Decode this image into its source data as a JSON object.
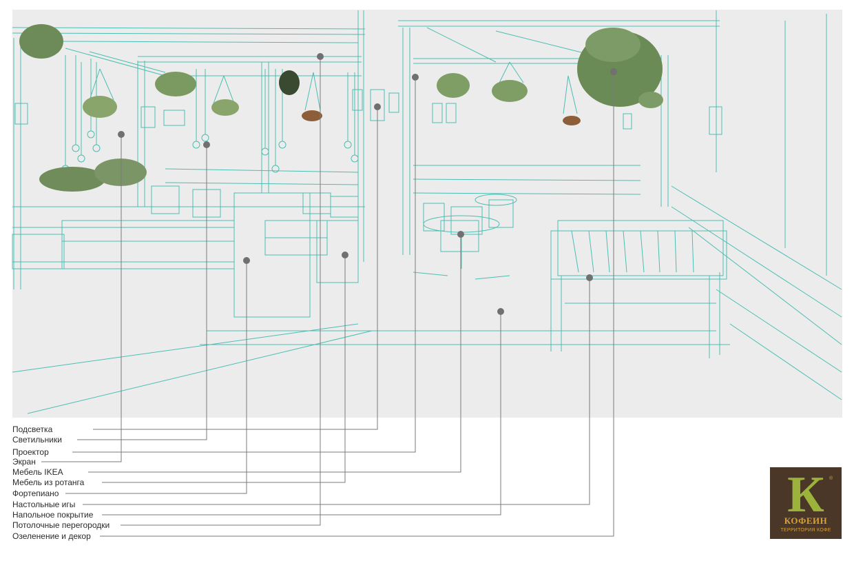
{
  "legend": {
    "items": [
      {
        "id": "backlight",
        "label": "Подсветка"
      },
      {
        "id": "luminaires",
        "label": "Светильники"
      },
      {
        "id": "projector",
        "label": "Проектор"
      },
      {
        "id": "screen",
        "label": "Экран"
      },
      {
        "id": "ikea-furniture",
        "label": "Мебель IKEA"
      },
      {
        "id": "rattan-furniture",
        "label": "Мебель из ротанга"
      },
      {
        "id": "piano",
        "label": "Фортепиано"
      },
      {
        "id": "board-games",
        "label": "Настольные игы"
      },
      {
        "id": "flooring",
        "label": "Напольное покрытие"
      },
      {
        "id": "ceiling-partitions",
        "label": "Потолочные перегородки"
      },
      {
        "id": "greenery-decor",
        "label": "Озеленение и декор"
      }
    ]
  },
  "logo": {
    "letter": "К",
    "name": "КОФЕИН",
    "tagline": "ТЕРРИТОРИЯ КОФЕ",
    "trademark": "®",
    "bg_color": "#4a3727",
    "letter_color": "#9bb33a",
    "text_color": "#d8a13a"
  },
  "colors": {
    "wireframe": "#2fb5a8",
    "leader": "#7a7a7a",
    "marker": "#707070",
    "panel": "#ececec"
  }
}
